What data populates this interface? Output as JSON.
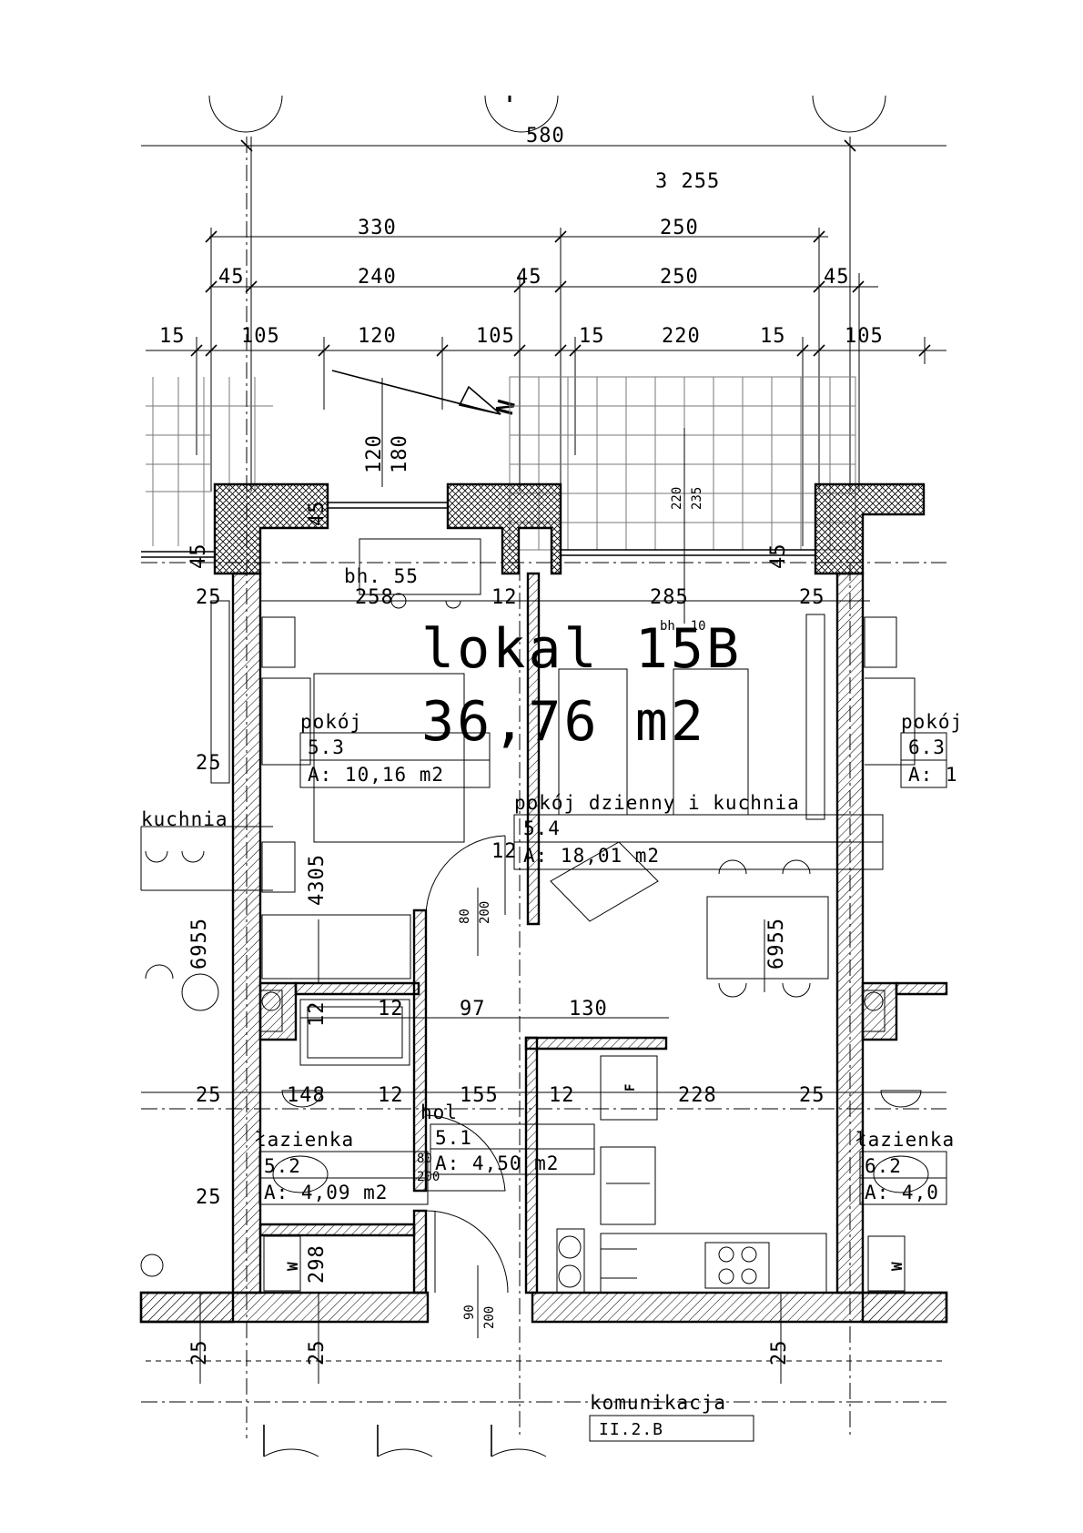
{
  "unit": {
    "name": "lokal 15B",
    "area": "36,76 m2"
  },
  "rooms": [
    {
      "key": "pokoj",
      "name": "pokój",
      "number": "5.3",
      "area": "A: 10,16 m2"
    },
    {
      "key": "dzienny",
      "name": "pokój dzienny i kuchnia",
      "number": "5.4",
      "area": "A: 18,01 m2"
    },
    {
      "key": "lazienka",
      "name": "łazienka",
      "number": "5.2",
      "area": "A: 4,09 m2"
    },
    {
      "key": "hol",
      "name": "hol",
      "number": "5.1",
      "area": "A: 4,50 m2"
    },
    {
      "key": "komunikacja",
      "name": "komunikacja",
      "number": "II.2.B"
    }
  ],
  "neighbors": {
    "kuchnia": "kuchnia",
    "pokoj_right": "pokój",
    "pokoj_right_number": "6.3",
    "pokoj_right_area": "A: 1",
    "lazienka_right": "łazienka",
    "lazienka_right_number": "6.2",
    "lazienka_right_area": "A: 4,0"
  },
  "dimensions": {
    "top_580": "580",
    "top_3255": "3 255",
    "row1": [
      "330",
      "250"
    ],
    "row2": [
      "45",
      "240",
      "45",
      "250",
      "45"
    ],
    "row3": [
      "15",
      "105",
      "120",
      "105",
      "15",
      "220",
      "15",
      "105"
    ],
    "inner": [
      "25",
      "258",
      "12",
      "285",
      "25"
    ],
    "lower": [
      "25",
      "148",
      "12",
      "155",
      "12",
      "228",
      "25"
    ],
    "mid": [
      "12",
      "97",
      "130"
    ],
    "vertical": {
      "win_left_a": "120",
      "win_left_b": "180",
      "win_right_a": "220",
      "win_right_b": "235",
      "wall_45_left": "45",
      "wall_45_side": "45",
      "wall_45_right": "45",
      "left_25": "25",
      "left_25b": "25",
      "left_695": "6955",
      "room_430": "4305",
      "room_695": "6955",
      "door_80": "80",
      "door_200": "200",
      "door_90": "90",
      "door_200b": "200",
      "bath_298": "298",
      "bath_12": "12",
      "bath_80": "80",
      "bath_200": "200",
      "door_12": "12",
      "bottom_25a": "25",
      "bottom_25b": "25",
      "bottom_25c": "25",
      "bh55": "bh. 55",
      "bh10": "bh. 10"
    }
  },
  "symbols": {
    "north": "N",
    "fridge": "F",
    "washer": "W",
    "washer_right": "W"
  }
}
